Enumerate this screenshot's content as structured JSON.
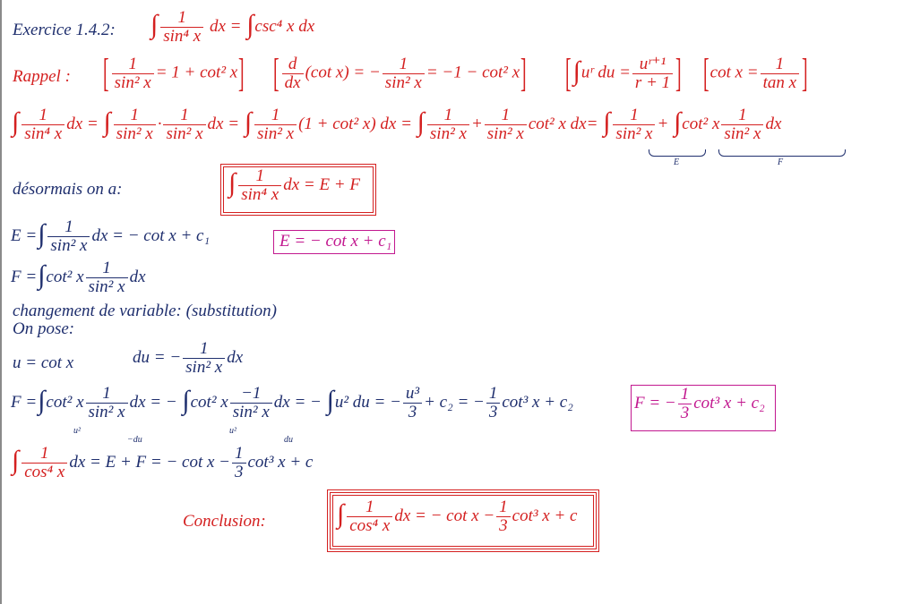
{
  "title": "Exercice 1.4.2:",
  "statement": {
    "lhs_num": "1",
    "lhs_den": "sin⁴ x",
    "dx": "dx",
    "eq": "=",
    "rhs": "csc⁴ x dx"
  },
  "rappel": {
    "label": "Rappel :",
    "r1": {
      "num": "1",
      "den": "sin² x",
      "rhs": "= 1 + cot² x"
    },
    "r2": {
      "d": "d",
      "dxd": "dx",
      "arg": "(cot x) = −",
      "num": "1",
      "den": "sin² x",
      "rhs": "= −1 − cot² x"
    },
    "r3": {
      "lhs": "uʳ du =",
      "num": "uʳ⁺¹",
      "den": "r + 1"
    },
    "r4": {
      "lhs": "cot x =",
      "num": "1",
      "den": "tan x"
    }
  },
  "line3": {
    "a_num": "1",
    "a_den": "sin⁴ x",
    "t1": "dx =",
    "b_num": "1",
    "b_den": "sin² x",
    "dot": "·",
    "c_num": "1",
    "c_den": "sin² x",
    "t2": "dx =",
    "d_num": "1",
    "d_den": "sin² x",
    "t3": "(1 + cot² x) dx =",
    "e_num": "1",
    "e_den": "sin² x",
    "plus": "+",
    "f_num": "1",
    "f_den": "sin² x",
    "t4": "cot² x dx=",
    "g_num": "1",
    "g_den": "sin² x",
    "plus2": "+",
    "t5": "cot² x",
    "h_num": "1",
    "h_den": "sin² x",
    "t6": "dx",
    "lbl_E": "E",
    "lbl_F": "F"
  },
  "desormais": {
    "label": "désormais on a:",
    "num": "1",
    "den": "sin⁴ x",
    "rhs": "dx = E + F"
  },
  "E_line": {
    "lhs": "E =",
    "num": "1",
    "den": "sin² x",
    "rhs": "dx = − cot x + c₁",
    "box": "E = − cot x + c₁"
  },
  "F_line": {
    "lhs": "F =",
    "mid": "cot² x",
    "num": "1",
    "den": "sin² x",
    "rhs": "dx"
  },
  "changement": "changement de variable: (substitution)",
  "on_pose": "On pose:",
  "subst": {
    "u": "u = cot x",
    "du": "du = −",
    "num": "1",
    "den": "sin² x",
    "dx": "dx"
  },
  "F_calc": {
    "lhs": "F =",
    "a": "cot² x",
    "a_num": "1",
    "a_den": "sin² x",
    "t1": "dx = −",
    "b": "cot² x",
    "b_num": "−1",
    "b_den": "sin² x",
    "t2": "dx = −",
    "t3": "u² du = −",
    "c_num": "u³",
    "c_den": "3",
    "t4": "+ c₂ = −",
    "d_num": "1",
    "d_den": "3",
    "t5": "cot³ x + c₂",
    "u2": "u²",
    "mdu": "−du",
    "u2b": "u²",
    "du": "du",
    "box_lhs": "F = −",
    "box_num": "1",
    "box_den": "3",
    "box_rhs": "cot³ x + c₂"
  },
  "final_line": {
    "num": "1",
    "den": "cos⁴ x",
    "t1": "dx = E + F = − cot x −",
    "f_num": "1",
    "f_den": "3",
    "t2": "cot³ x + c"
  },
  "conclusion": {
    "label": "Conclusion:",
    "num": "1",
    "den": "cos⁴ x",
    "t1": "dx = − cot x −",
    "f_num": "1",
    "f_den": "3",
    "t2": "cot³ x + c"
  },
  "colors": {
    "red": "#d42020",
    "navy": "#1f2f6e",
    "magenta": "#c2188f"
  }
}
